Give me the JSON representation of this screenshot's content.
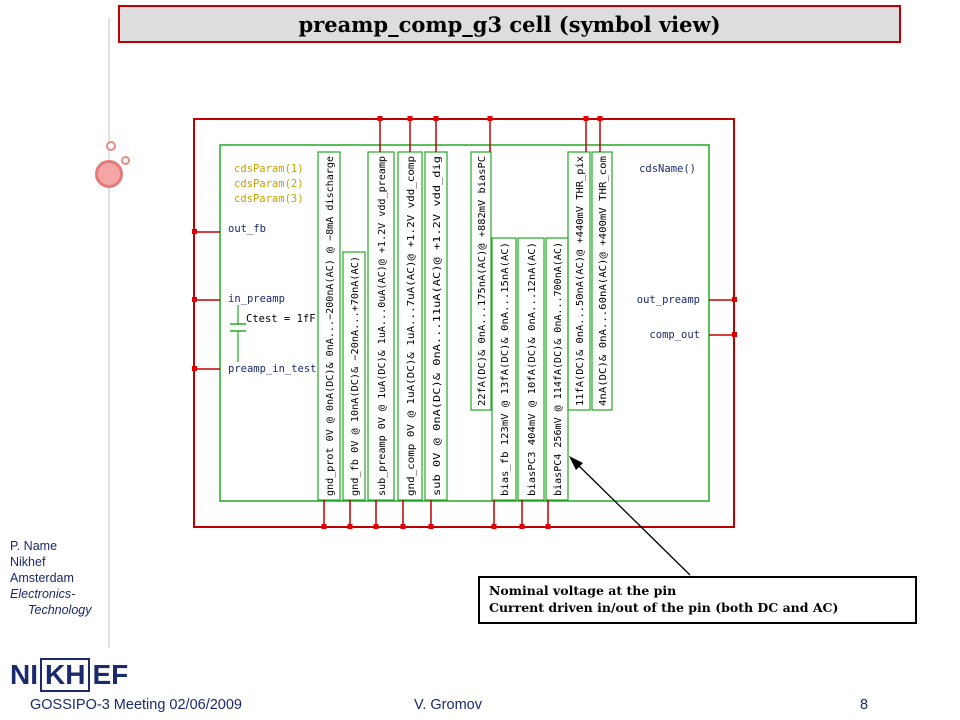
{
  "title": "preamp_comp_g3 cell (symbol view)",
  "left_pins": [
    "out_fb",
    "in_preamp",
    "preamp_in_test"
  ],
  "left_param_labels": [
    "cdsParam(1)",
    "cdsParam(2)",
    "cdsParam(3)"
  ],
  "cap_label": "Ctest = 1fF",
  "right_pins": [
    "out_preamp",
    "comp_out"
  ],
  "cds_name": "cdsName()",
  "columns": [
    {
      "pin": "gnd_prot",
      "spec": "0V @ 0nA(DC)& 0nA...−200nA(AC) @ −8mA discharge"
    },
    {
      "pin": "gnd_fb",
      "spec": "0V @ 10nA(DC)& −20nA...+70nA(AC)"
    },
    {
      "pin": "sub_preamp",
      "spec": "0V @ 1uA(DC)& 1uA...0uA(AC)@ +1.2V vdd_preamp"
    },
    {
      "pin": "gnd_comp",
      "spec": "0V @ 1uA(DC)& 1uA...7uA(AC)@ +1.2V vdd_comp"
    },
    {
      "pin": "sub",
      "spec": "0V @ 0nA(DC)& 0nA...11uA(AC)@ +1.2V vdd_dig"
    },
    {
      "pin": "",
      "spec": "22fA(DC)& 0nA...175nA(AC)@ +882mV biasPC"
    },
    {
      "pin": "bias_fb",
      "spec": "123mV @ 13fA(DC)& 0nA...15nA(AC)"
    },
    {
      "pin": "biasPC3",
      "spec": "404mV @ 10fA(DC)& 0nA...12nA(AC)"
    },
    {
      "pin": "biasPC4",
      "spec": "256mV @ 114fA(DC)& 0nA...700nA(AC)"
    },
    {
      "pin": "",
      "spec": "11fA(DC)& 0nA...50nA(AC)@ +440mV THR_pix"
    },
    {
      "pin": "",
      "spec": "4nA(DC)& 0nA...60nA(AC)@ +400mV THR_com"
    }
  ],
  "annotation": {
    "line1": "Nominal voltage at the pin",
    "line2": "Current driven in/out of the pin (both DC and AC)"
  },
  "author": {
    "name": "P. Name",
    "org": "Nikhef",
    "city": "Amsterdam",
    "dept1": "Electronics-",
    "dept2": "Technology"
  },
  "logo": {
    "pre": "NI",
    "boxed": "KH",
    "post": "EF"
  },
  "footer": {
    "meeting": "GOSSIPO-3 Meeting  02/06/2009",
    "presenter": "V. Gromov",
    "page": "8"
  },
  "colors": {
    "schematic_outline": "#c00000",
    "schematic_wire": "#22aa22",
    "pin_square": "#dd0000",
    "label_blue": "#1a2a6c",
    "label_yellow": "#c8a000"
  }
}
